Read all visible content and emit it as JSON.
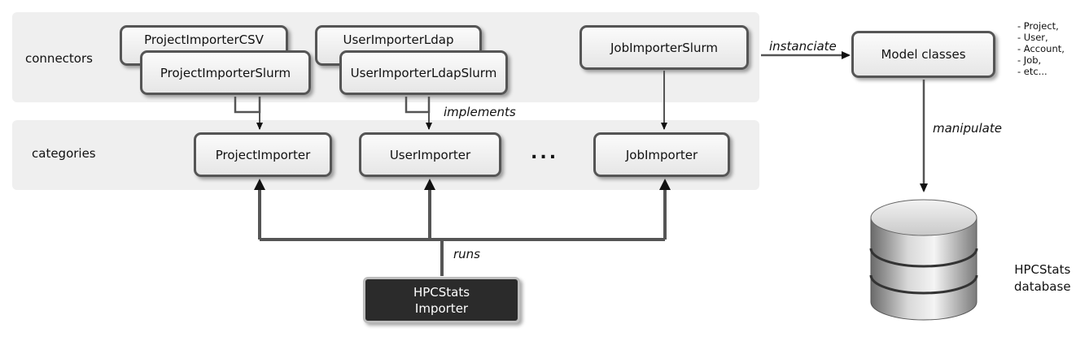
{
  "bands": {
    "connectors_label": "connectors",
    "categories_label": "categories"
  },
  "connectors": {
    "project_csv": "ProjectImporterCSV",
    "project_slurm": "ProjectImporterSlurm",
    "user_ldap": "UserImporterLdap",
    "user_ldap_slurm": "UserImporterLdapSlurm",
    "job_slurm": "JobImporterSlurm"
  },
  "categories": {
    "project": "ProjectImporter",
    "user": "UserImporter",
    "ellipsis": "...",
    "job": "JobImporter"
  },
  "labels": {
    "implements": "implements",
    "instanciate": "instanciate",
    "manipulate": "manipulate",
    "runs": "runs"
  },
  "model": {
    "title": "Model classes",
    "items": [
      "- Project,",
      "- User,",
      "- Account,",
      "- Job,",
      "- etc..."
    ]
  },
  "importer": {
    "line1": "HPCStats",
    "line2": "Importer"
  },
  "database": {
    "line1": "HPCStats",
    "line2": "database"
  }
}
